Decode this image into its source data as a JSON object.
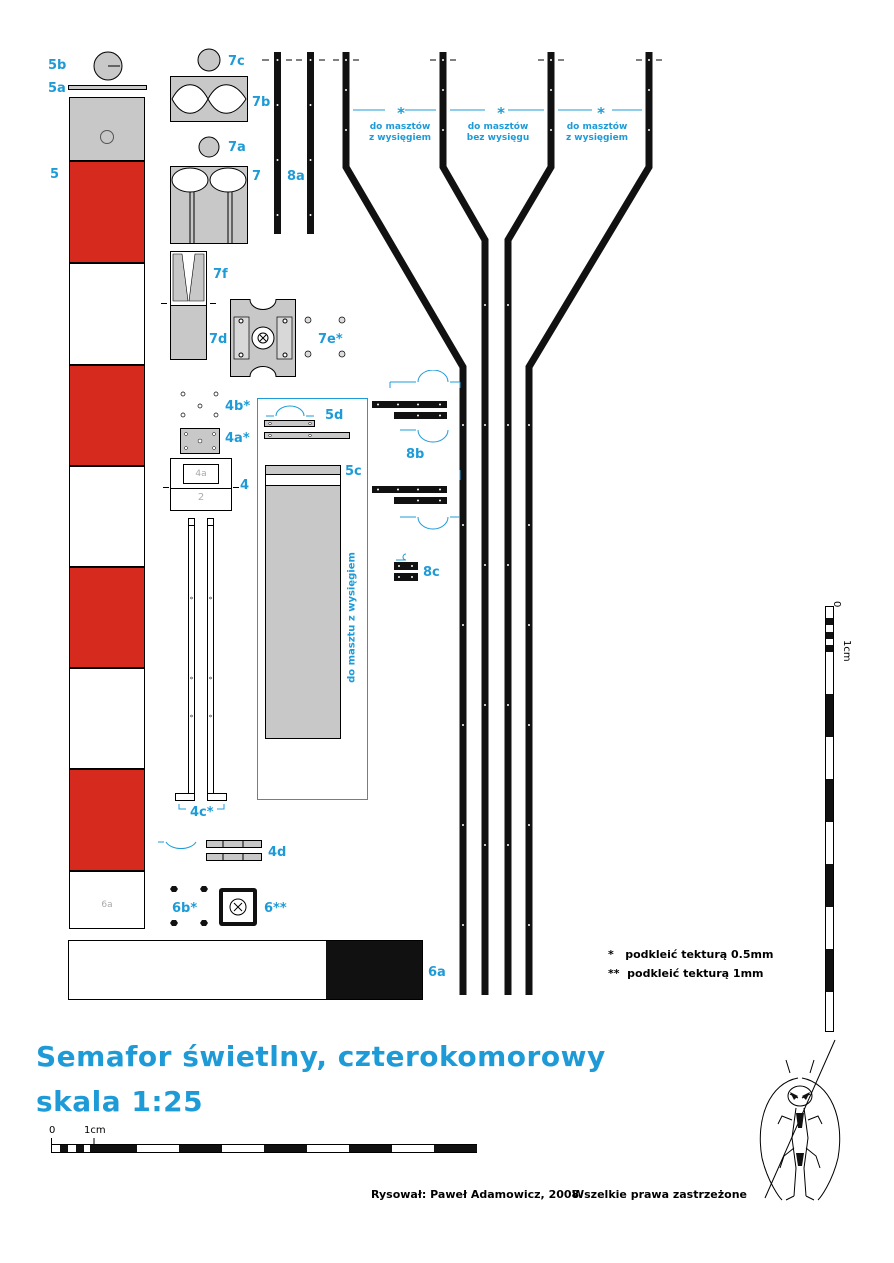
{
  "title": {
    "line1": "Semafor świetlny, czterokomorowy",
    "line2": "skala 1:25"
  },
  "credit": {
    "author": "Rysował: Paweł Adamowicz, 2008",
    "rights": "Wszelkie prawa zastrzeżone"
  },
  "footnotes": {
    "note1": "*   podkleić tekturą 0.5mm",
    "note2": "**  podkleić tekturą 1mm"
  },
  "scale_bar": {
    "zero": "0",
    "unit": "1cm"
  },
  "labels": {
    "p5b": "5b",
    "p5a": "5a",
    "p5": "5",
    "p7c": "7c",
    "p7b": "7b",
    "p7a": "7a",
    "p7": "7",
    "p8a": "8a",
    "p7f": "7f",
    "p7d": "7d",
    "p7e": "7e*",
    "p4b": "4b*",
    "p4a_star": "4a*",
    "p4": "4",
    "p4a_inner": "4a",
    "p2_inner": "2",
    "p5d": "5d",
    "p5c": "5c",
    "p8b": "8b",
    "p8c": "8c",
    "p4c": "4c*",
    "p4d": "4d",
    "p6b": "6b*",
    "p6": "6**",
    "p6a": "6a",
    "p6a_inner": "6a"
  },
  "notes": {
    "mast1": "do masztów\nz wysięgiem",
    "mast2": "do masztów\nbez wysięgu",
    "mast3": "do masztów\nz wysięgiem",
    "star": "*",
    "vertical": "do masztu z wysięgiem"
  },
  "colors": {
    "accent": "#1e9bd7",
    "red": "#d72a1f",
    "gray": "#c8c8c8",
    "black": "#000000"
  }
}
